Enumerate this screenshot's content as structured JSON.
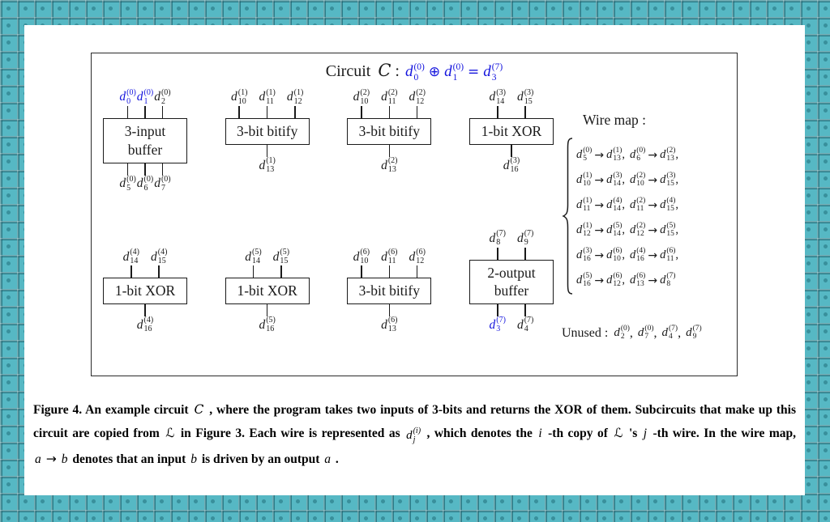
{
  "colors": {
    "accent_blue": "#1414dd",
    "ink": "#1a1a1a",
    "wallpaper_teal": "#56b8c4",
    "panel_white": "#ffffff"
  },
  "notation": {
    "base": "d"
  },
  "title": {
    "prefix": "Circuit",
    "circuit_symbol": "C",
    "colon": ":",
    "equation": [
      {
        "t": "w",
        "sub": "0",
        "sup": "(0)"
      },
      {
        "t": "op",
        "text": "⊕"
      },
      {
        "t": "w",
        "sub": "1",
        "sup": "(0)"
      },
      {
        "t": "op",
        "text": "="
      },
      {
        "t": "w",
        "sub": "3",
        "sup": "(7)"
      }
    ]
  },
  "blocks": [
    {
      "id": "3-input-buffer",
      "row": 0,
      "tight": true,
      "label_lines": [
        "3-input",
        "buffer"
      ],
      "inputs": [
        {
          "sub": "0",
          "sup": "(0)",
          "blue": true
        },
        {
          "sub": "1",
          "sup": "(0)",
          "blue": true
        },
        {
          "sub": "2",
          "sup": "(0)"
        }
      ],
      "outputs": [
        {
          "sub": "5",
          "sup": "(0)"
        },
        {
          "sub": "6",
          "sup": "(0)"
        },
        {
          "sub": "7",
          "sup": "(0)"
        }
      ]
    },
    {
      "id": "bitify-copy-1",
      "row": 0,
      "label_lines": [
        "3-bit bitify"
      ],
      "inputs": [
        {
          "sub": "10",
          "sup": "(1)"
        },
        {
          "sub": "11",
          "sup": "(1)"
        },
        {
          "sub": "12",
          "sup": "(1)"
        }
      ],
      "outputs": [
        {
          "sub": "13",
          "sup": "(1)"
        }
      ]
    },
    {
      "id": "bitify-copy-2",
      "row": 0,
      "label_lines": [
        "3-bit bitify"
      ],
      "inputs": [
        {
          "sub": "10",
          "sup": "(2)"
        },
        {
          "sub": "11",
          "sup": "(2)"
        },
        {
          "sub": "12",
          "sup": "(2)"
        }
      ],
      "outputs": [
        {
          "sub": "13",
          "sup": "(2)"
        }
      ]
    },
    {
      "id": "xor-copy-3",
      "row": 0,
      "label_lines": [
        "1-bit XOR"
      ],
      "inputs": [
        {
          "sub": "14",
          "sup": "(3)"
        },
        {
          "sub": "15",
          "sup": "(3)"
        }
      ],
      "outputs": [
        {
          "sub": "16",
          "sup": "(3)"
        }
      ]
    },
    {
      "id": "xor-copy-4",
      "row": 1,
      "label_lines": [
        "1-bit XOR"
      ],
      "inputs": [
        {
          "sub": "14",
          "sup": "(4)"
        },
        {
          "sub": "15",
          "sup": "(4)"
        }
      ],
      "outputs": [
        {
          "sub": "16",
          "sup": "(4)"
        }
      ]
    },
    {
      "id": "xor-copy-5",
      "row": 1,
      "label_lines": [
        "1-bit XOR"
      ],
      "inputs": [
        {
          "sub": "14",
          "sup": "(5)"
        },
        {
          "sub": "15",
          "sup": "(5)"
        }
      ],
      "outputs": [
        {
          "sub": "16",
          "sup": "(5)"
        }
      ]
    },
    {
      "id": "bitify-copy-6",
      "row": 1,
      "label_lines": [
        "3-bit bitify"
      ],
      "inputs": [
        {
          "sub": "10",
          "sup": "(6)"
        },
        {
          "sub": "11",
          "sup": "(6)"
        },
        {
          "sub": "12",
          "sup": "(6)"
        }
      ],
      "outputs": [
        {
          "sub": "13",
          "sup": "(6)"
        }
      ]
    },
    {
      "id": "2-output-buffer",
      "row": 1,
      "label_lines": [
        "2-output",
        "buffer"
      ],
      "inputs": [
        {
          "sub": "8",
          "sup": "(7)"
        },
        {
          "sub": "9",
          "sup": "(7)"
        }
      ],
      "outputs": [
        {
          "sub": "3",
          "sup": "(7)",
          "blue": true
        },
        {
          "sub": "4",
          "sup": "(7)"
        }
      ]
    }
  ],
  "wire_map": {
    "heading": "Wire map :",
    "arrow": "→",
    "separator": ",",
    "rows": [
      [
        {
          "from": {
            "sub": "5",
            "sup": "(0)"
          },
          "to": {
            "sub": "13",
            "sup": "(1)"
          }
        },
        {
          "from": {
            "sub": "6",
            "sup": "(0)"
          },
          "to": {
            "sub": "13",
            "sup": "(2)"
          }
        }
      ],
      [
        {
          "from": {
            "sub": "10",
            "sup": "(1)"
          },
          "to": {
            "sub": "14",
            "sup": "(3)"
          }
        },
        {
          "from": {
            "sub": "10",
            "sup": "(2)"
          },
          "to": {
            "sub": "15",
            "sup": "(3)"
          }
        }
      ],
      [
        {
          "from": {
            "sub": "11",
            "sup": "(1)"
          },
          "to": {
            "sub": "14",
            "sup": "(4)"
          }
        },
        {
          "from": {
            "sub": "11",
            "sup": "(2)"
          },
          "to": {
            "sub": "15",
            "sup": "(4)"
          }
        }
      ],
      [
        {
          "from": {
            "sub": "12",
            "sup": "(1)"
          },
          "to": {
            "sub": "14",
            "sup": "(5)"
          }
        },
        {
          "from": {
            "sub": "12",
            "sup": "(2)"
          },
          "to": {
            "sub": "15",
            "sup": "(5)"
          }
        }
      ],
      [
        {
          "from": {
            "sub": "16",
            "sup": "(3)"
          },
          "to": {
            "sub": "10",
            "sup": "(6)"
          }
        },
        {
          "from": {
            "sub": "16",
            "sup": "(4)"
          },
          "to": {
            "sub": "11",
            "sup": "(6)"
          }
        }
      ],
      [
        {
          "from": {
            "sub": "16",
            "sup": "(5)"
          },
          "to": {
            "sub": "12",
            "sup": "(6)"
          }
        },
        {
          "from": {
            "sub": "13",
            "sup": "(6)"
          },
          "to": {
            "sub": "8",
            "sup": "(7)"
          }
        }
      ]
    ]
  },
  "unused": {
    "label": "Unused :",
    "wires": [
      {
        "sub": "2",
        "sup": "(0)"
      },
      {
        "sub": "7",
        "sup": "(0)"
      },
      {
        "sub": "4",
        "sup": "(7)"
      },
      {
        "sub": "9",
        "sup": "(7)"
      }
    ]
  },
  "caption": [
    {
      "s": "b",
      "t": "Figure 4. An example circuit "
    },
    {
      "s": "scr",
      "t": "C"
    },
    {
      "s": "b",
      "t": " , where the program takes two inputs of 3-bits and returns the XOR of them. Subcircuits that make up this circuit are copied from "
    },
    {
      "s": "scr",
      "t": "ℒ"
    },
    {
      "s": "b",
      "t": " in Figure 3. Each wire is represented as "
    },
    {
      "s": "w",
      "sub": "j",
      "sup": "(i)"
    },
    {
      "s": "b",
      "t": " , which denotes the "
    },
    {
      "s": "it",
      "t": "i"
    },
    {
      "s": "b",
      "t": " -th copy of "
    },
    {
      "s": "scr",
      "t": "ℒ"
    },
    {
      "s": "b",
      "t": " 's "
    },
    {
      "s": "it",
      "t": "j"
    },
    {
      "s": "b",
      "t": " -th wire. In the wire map, "
    },
    {
      "s": "it",
      "t": "a"
    },
    {
      "s": "ar",
      "t": "→"
    },
    {
      "s": "it",
      "t": "b"
    },
    {
      "s": "b",
      "t": " denotes that an input "
    },
    {
      "s": "it",
      "t": "b"
    },
    {
      "s": "b",
      "t": " is driven by an output "
    },
    {
      "s": "it",
      "t": "a"
    },
    {
      "s": "b",
      "t": " ."
    }
  ]
}
